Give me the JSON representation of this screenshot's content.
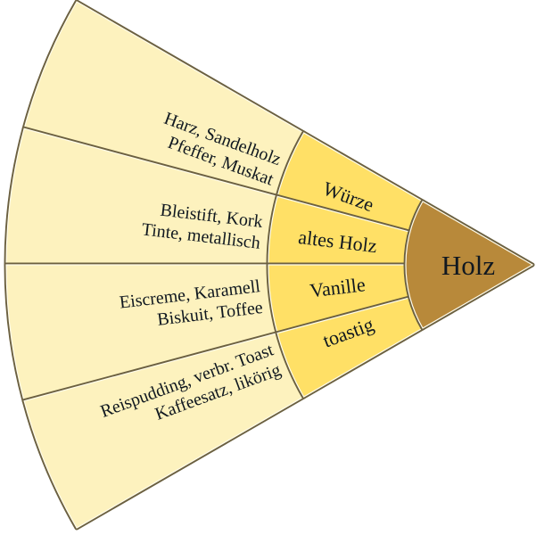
{
  "center": {
    "label": "Holz",
    "color": "#B8893A"
  },
  "colors": {
    "middle": "#FFE066",
    "outer": "#FDF2BE",
    "border": "#6B6040",
    "highlight": "#FFFBEA"
  },
  "segments": [
    {
      "middle": "Würze",
      "outer": [
        "Harz, Sandelholz",
        "Pfeffer, Muskat"
      ]
    },
    {
      "middle": "altes Holz",
      "outer": [
        "Bleistift, Kork",
        "Tinte, metallisch"
      ]
    },
    {
      "middle": "Vanille",
      "outer": [
        "Eiscreme, Karamell",
        "Biskuit, Toffee"
      ]
    },
    {
      "middle": "toastig",
      "outer": [
        "Reispudding, verbr. Toast",
        "Kaffeesatz, likörig"
      ]
    }
  ]
}
